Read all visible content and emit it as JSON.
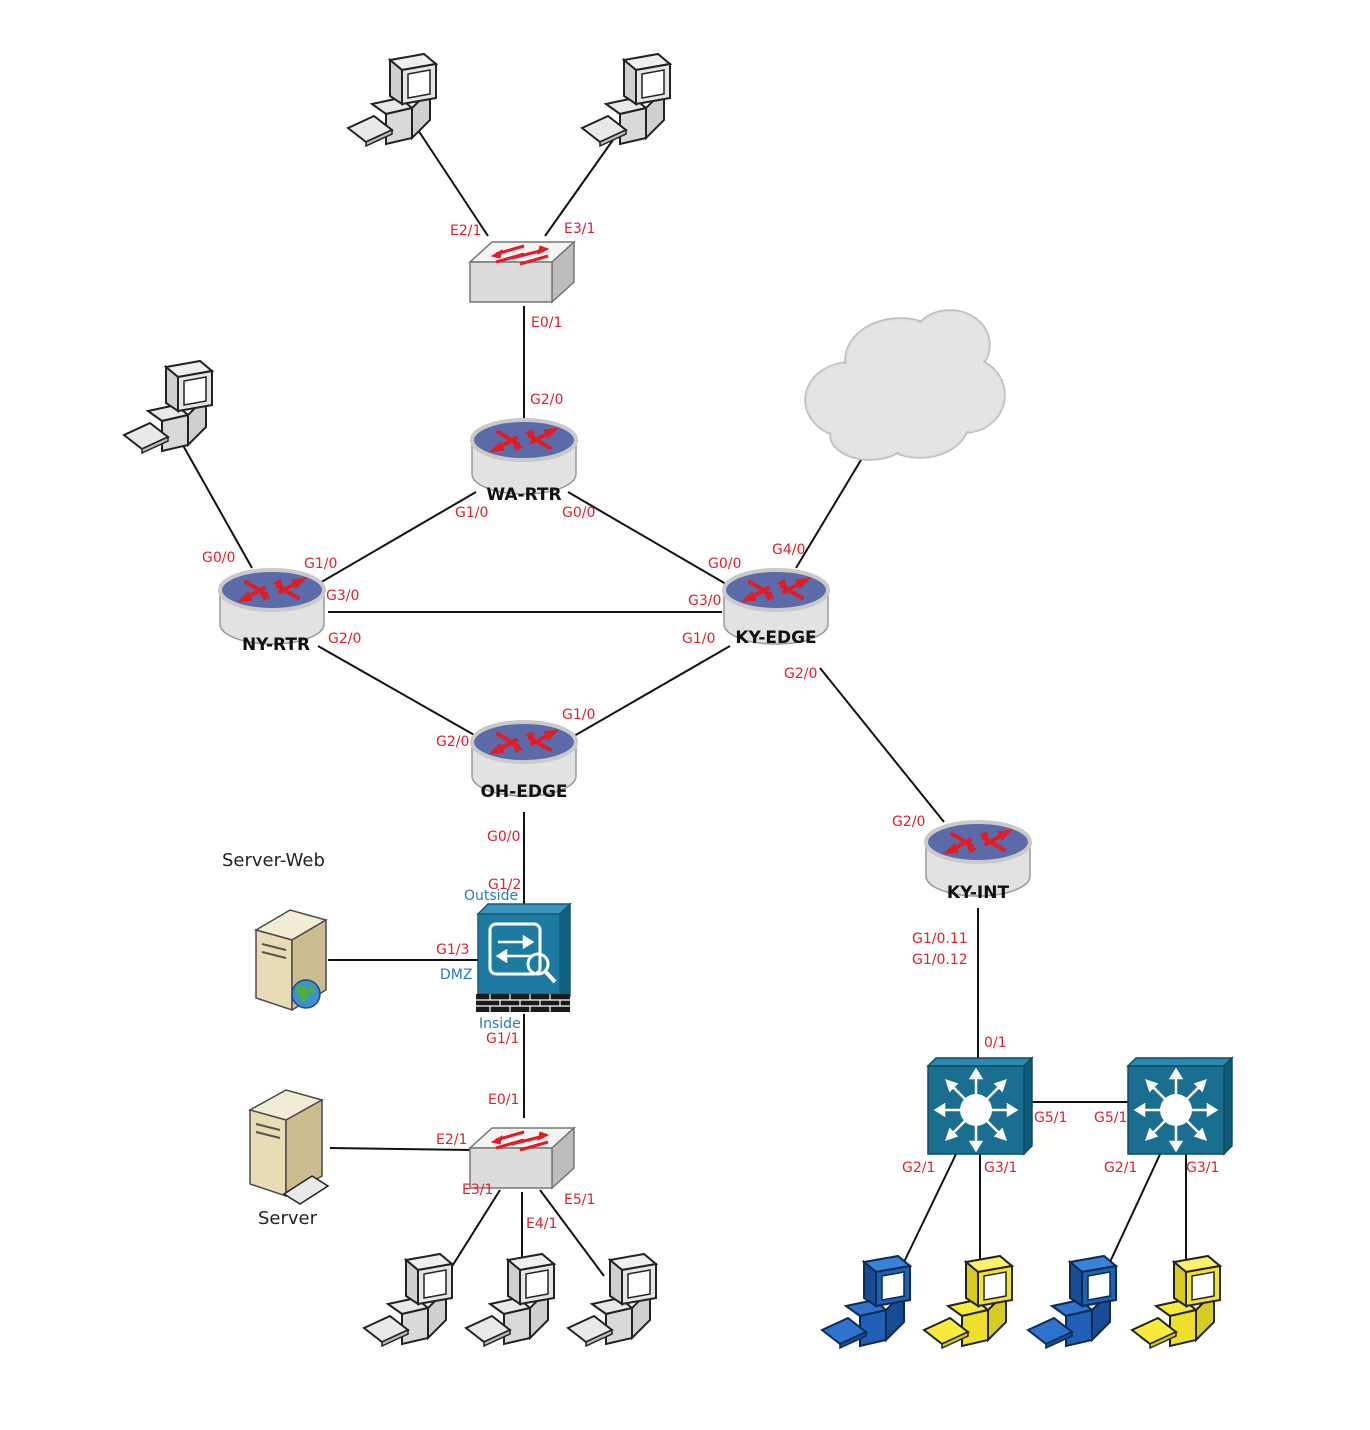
{
  "devices": {
    "wa_rtr": "WA-RTR",
    "ny_rtr": "NY-RTR",
    "ky_edge": "KY-EDGE",
    "oh_edge": "OH-EDGE",
    "ky_int": "KY-INT",
    "server_web": "Server-Web",
    "server": "Server"
  },
  "zones": {
    "outside": "Outside",
    "dmz": "DMZ",
    "inside": "Inside"
  },
  "ports": {
    "top_sw_e21": "E2/1",
    "top_sw_e31": "E3/1",
    "top_sw_e01": "E0/1",
    "wa_g20": "G2/0",
    "wa_g10": "G1/0",
    "wa_g00": "G0/0",
    "ny_g00": "G0/0",
    "ny_g10": "G1/0",
    "ny_g30": "G3/0",
    "ny_g20": "G2/0",
    "ky_g00": "G0/0",
    "ky_g40": "G4/0",
    "ky_g30": "G3/0",
    "ky_g10": "G1/0",
    "ky_g20": "G2/0",
    "oh_g10": "G1/0",
    "oh_g20": "G2/0",
    "oh_g00": "G0/0",
    "fw_g12": "G1/2",
    "fw_g13": "G1/3",
    "fw_g11": "G1/1",
    "kyint_g20": "G2/0",
    "kyint_g1011": "G1/0.11",
    "kyint_g1012": "G1/0.12",
    "sw_e01": "E0/1",
    "sw_e21": "E2/1",
    "sw_e31": "E3/1",
    "sw_e41": "E4/1",
    "sw_e51": "E5/1",
    "l3a_01": "0/1",
    "l3a_g51": "G5/1",
    "l3b_g51": "G5/1",
    "l3a_g21": "G2/1",
    "l3a_g31": "G3/1",
    "l3b_g21": "G2/1",
    "l3b_g31": "G3/1"
  },
  "colors": {
    "port_label": "#e0202a",
    "zone_label": "#2b79b8",
    "router_top": "#5b6aa8",
    "l3_switch": "#1a6e8f",
    "pc_blue": "#1f5fb5",
    "pc_yellow": "#f2e42b",
    "pc_gray": "#d4d4d4"
  }
}
